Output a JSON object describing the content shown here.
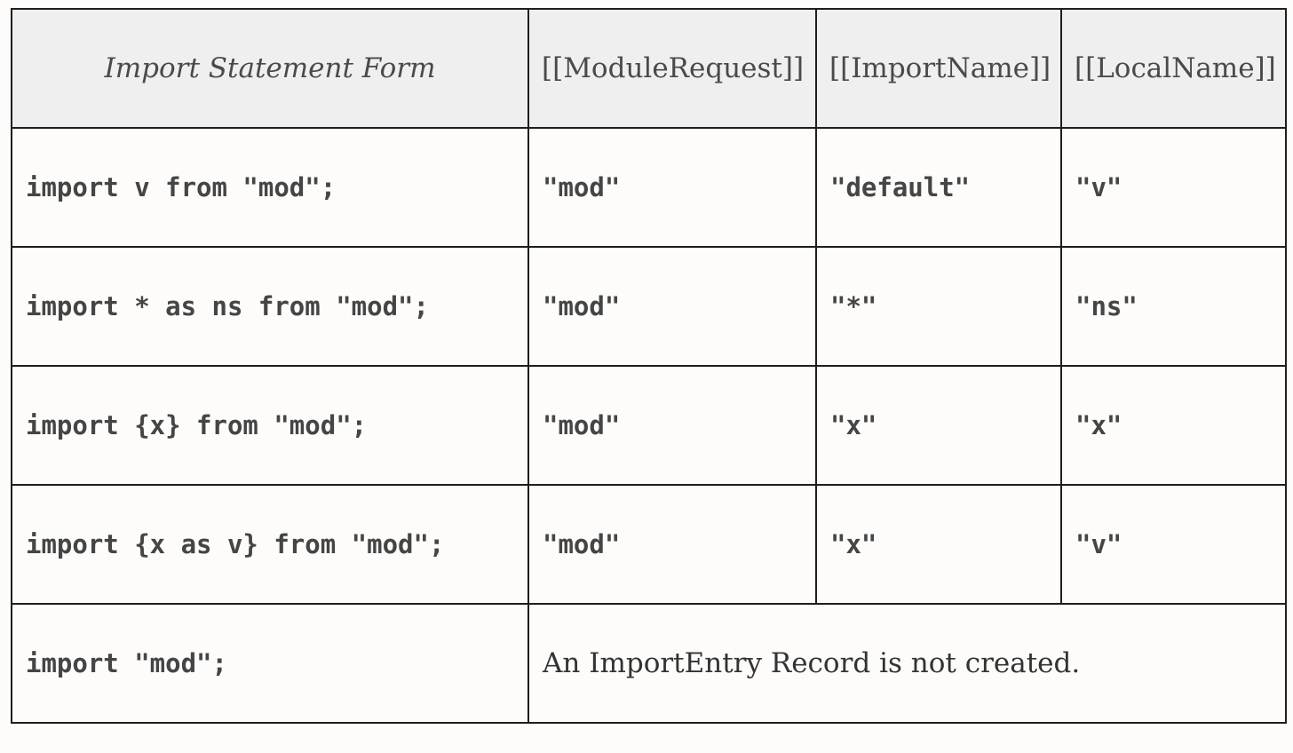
{
  "table": {
    "headers": [
      "Import Statement Form",
      "[[ModuleRequest]]",
      "[[ImportName]]",
      "[[LocalName]]"
    ],
    "rows": [
      {
        "statement": "import v from \"mod\";",
        "module_request": "\"mod\"",
        "import_name": "\"default\"",
        "local_name": "\"v\""
      },
      {
        "statement": "import * as ns from \"mod\";",
        "module_request": "\"mod\"",
        "import_name": "\"*\"",
        "local_name": "\"ns\""
      },
      {
        "statement": "import {x} from \"mod\";",
        "module_request": "\"mod\"",
        "import_name": "\"x\"",
        "local_name": "\"x\""
      },
      {
        "statement": "import {x as v} from \"mod\";",
        "module_request": "\"mod\"",
        "import_name": "\"x\"",
        "local_name": "\"v\""
      }
    ],
    "last_row": {
      "statement": "import \"mod\";",
      "note": "An ImportEntry Record is not created."
    }
  }
}
